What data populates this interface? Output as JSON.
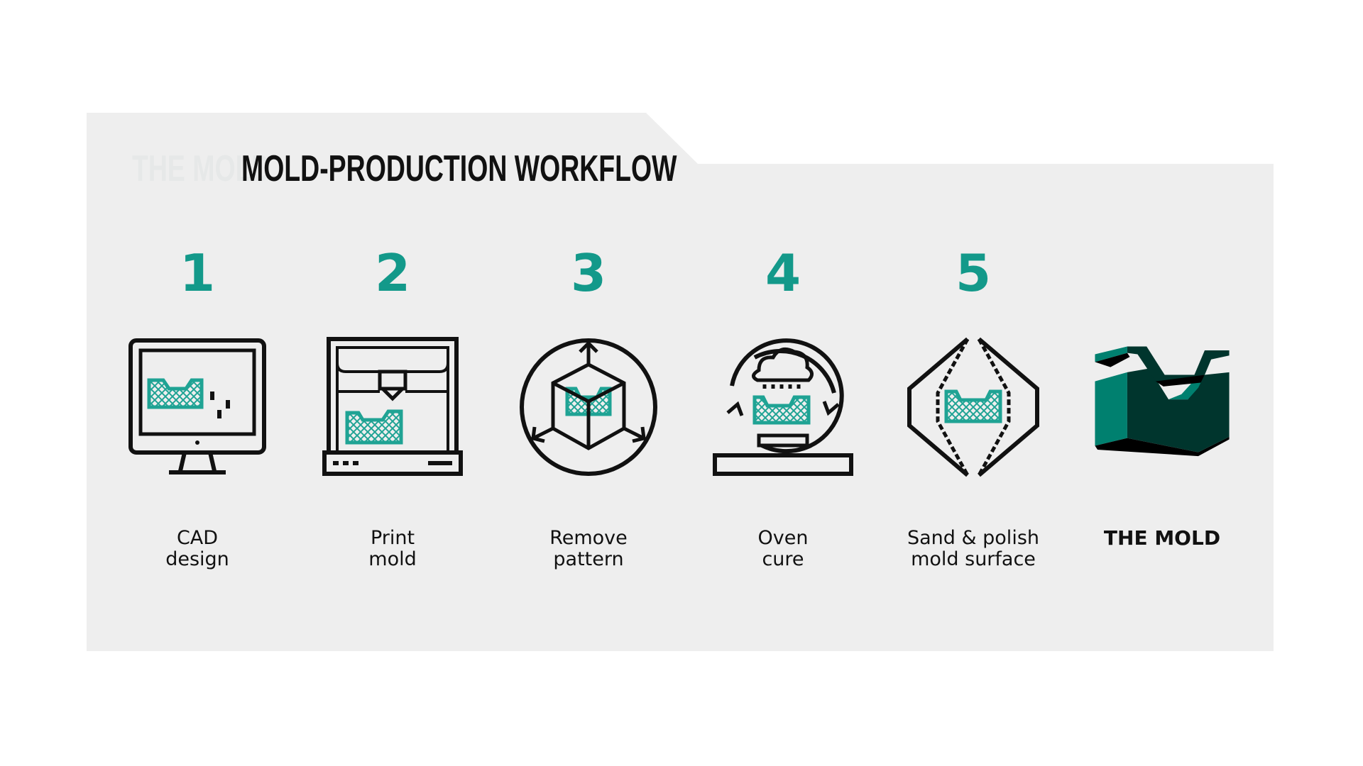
{
  "title": "MOLD-PRODUCTION WORKFLOW",
  "title_faded_prefix": "THE MOLD",
  "colors": {
    "panel": "#eeeeee",
    "accent": "#13998a",
    "mold_dark": "#00352d",
    "mold_light": "#00806f"
  },
  "steps": [
    {
      "number": "1",
      "icon": "computer-monitor-icon",
      "line1": "CAD",
      "line2": "design"
    },
    {
      "number": "2",
      "icon": "3d-printer-icon",
      "line1": "Print",
      "line2": "mold"
    },
    {
      "number": "3",
      "icon": "remove-pattern-icon",
      "line1": "Remove",
      "line2": "pattern"
    },
    {
      "number": "4",
      "icon": "oven-cure-icon",
      "line1": "Oven",
      "line2": "cure"
    },
    {
      "number": "5",
      "icon": "sand-polish-icon",
      "line1": "Sand & polish",
      "line2": "mold surface"
    }
  ],
  "final": {
    "icon": "mold-3d-icon",
    "label": "THE MOLD"
  }
}
